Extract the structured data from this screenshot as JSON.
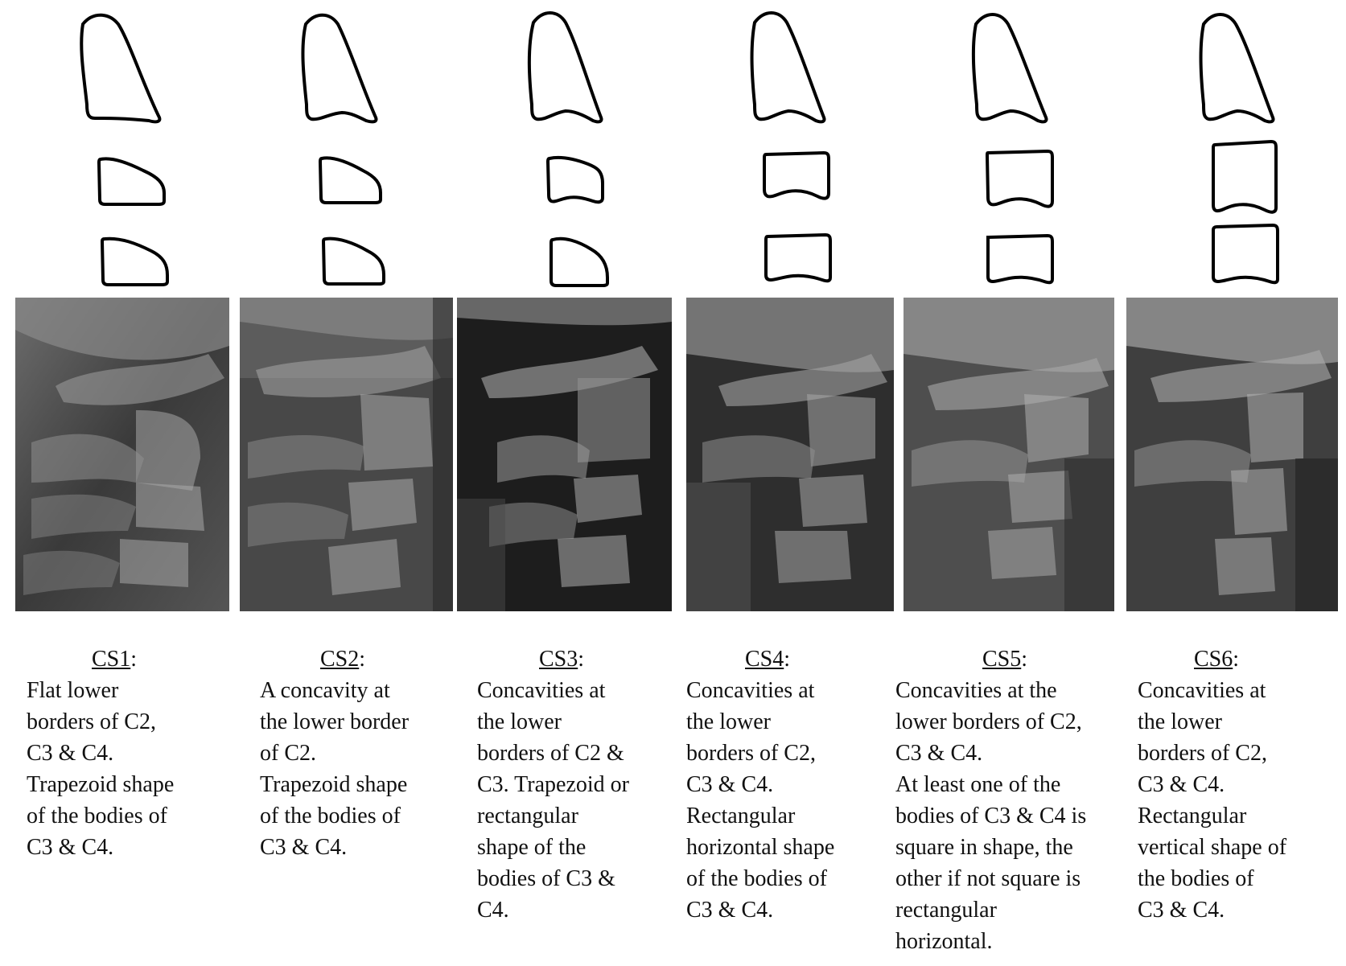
{
  "stages": [
    {
      "id": "cs1",
      "label": "CS1",
      "desc": "Flat lower\nborders of C2,\nC3 & C4.\nTrapezoid shape\nof the bodies of\nC3 & C4."
    },
    {
      "id": "cs2",
      "label": "CS2",
      "desc": "A concavity at\nthe lower border\nof C2.\nTrapezoid shape\nof  the bodies of\nC3 & C4."
    },
    {
      "id": "cs3",
      "label": "CS3",
      "desc": "Concavities at\nthe lower\nborders of C2 &\nC3. Trapezoid or\nrectangular\nshape of  the\nbodies of C3 &\nC4."
    },
    {
      "id": "cs4",
      "label": "CS4",
      "desc": "Concavities at\nthe lower\nborders of C2,\nC3 & C4.\n Rectangular\nhorizontal shape\nof  the bodies of\nC3 & C4."
    },
    {
      "id": "cs5",
      "label": "CS5",
      "desc": "Concavities at the\nlower borders of C2,\nC3 & C4.\nAt least one of the\nbodies of C3 & C4 is\nsquare in shape, the\nother if not square is\nrectangular\nhorizontal."
    },
    {
      "id": "cs6",
      "label": "CS6",
      "desc": "Concavities at\nthe lower\nborders of C2,\nC3 & C4.\nRectangular\nvertical shape of\nthe bodies of\nC3 & C4."
    }
  ],
  "colon": ":"
}
